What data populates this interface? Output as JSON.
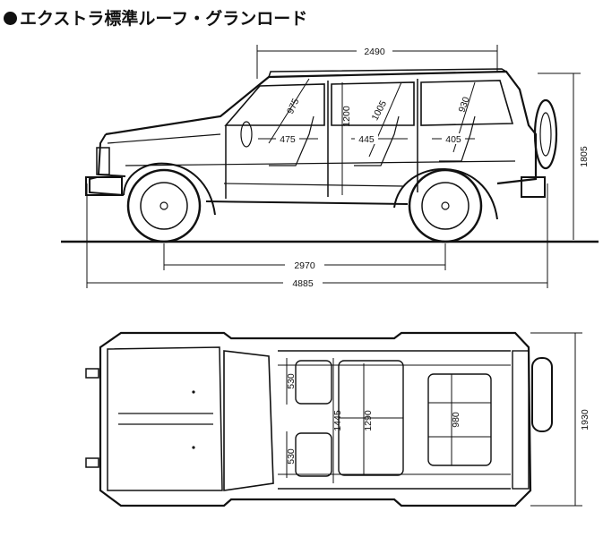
{
  "title": "エクストラ標準ルーフ・グランロード",
  "side_view": {
    "wheelbase_upper": "2490",
    "wheelbase": "2970",
    "overall_length": "4885",
    "overall_height": "1805",
    "headroom_front": "975",
    "headroom_center": "1200",
    "headroom_second": "1005",
    "headroom_rear": "930",
    "legroom_front": "475",
    "legroom_second": "445",
    "legroom_rear": "405"
  },
  "top_view": {
    "overall_width": "1930",
    "seat_width_front_upper": "530",
    "seat_width_front_lower": "530",
    "cabin_width": "1445",
    "second_row_width": "1290",
    "cargo_width": "980"
  }
}
